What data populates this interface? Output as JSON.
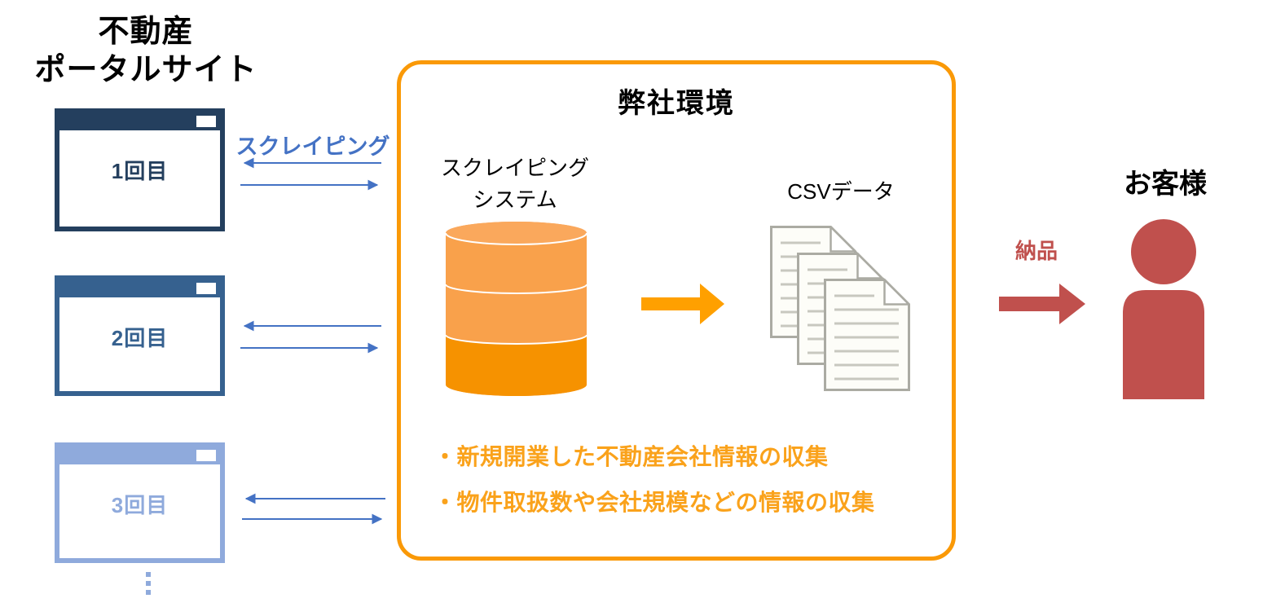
{
  "portal": {
    "title": "不動産\nポータルサイト",
    "windows": [
      {
        "label": "1回目"
      },
      {
        "label": "2回目"
      },
      {
        "label": "3回目"
      }
    ]
  },
  "flows": {
    "scraping_label": "スクレイピング",
    "delivery_label": "納品"
  },
  "company_box": {
    "title": "弊社環境",
    "system_label": "スクレイピング\nシステム",
    "csv_label": "CSVデータ",
    "notes": [
      "・新規開業した不動産会社情報の収集",
      "・物件取扱数や会社規模などの情報の収集"
    ]
  },
  "customer": {
    "label": "お客様"
  },
  "icons": [
    "browser-window-icon",
    "database-icon",
    "document-stack-icon",
    "person-icon",
    "block-arrow-icon",
    "double-arrow-icon",
    "continuation-dots-icon"
  ],
  "colors": {
    "window_1_navy": "#243F5E",
    "window_2_blue": "#36618F",
    "window_3_light_blue": "#8FAADC",
    "thin_arrow_blue": "#4472C4",
    "box_border_orange": "#FA9907",
    "cylinder_orange_light": "#F9A14B",
    "cylinder_orange_dark": "#F69200",
    "block_arrow_orange": "#FFA000",
    "notes_orange": "#FAA21B",
    "delivery_red": "#C0504D",
    "document_border_gray": "#ABABA3"
  }
}
